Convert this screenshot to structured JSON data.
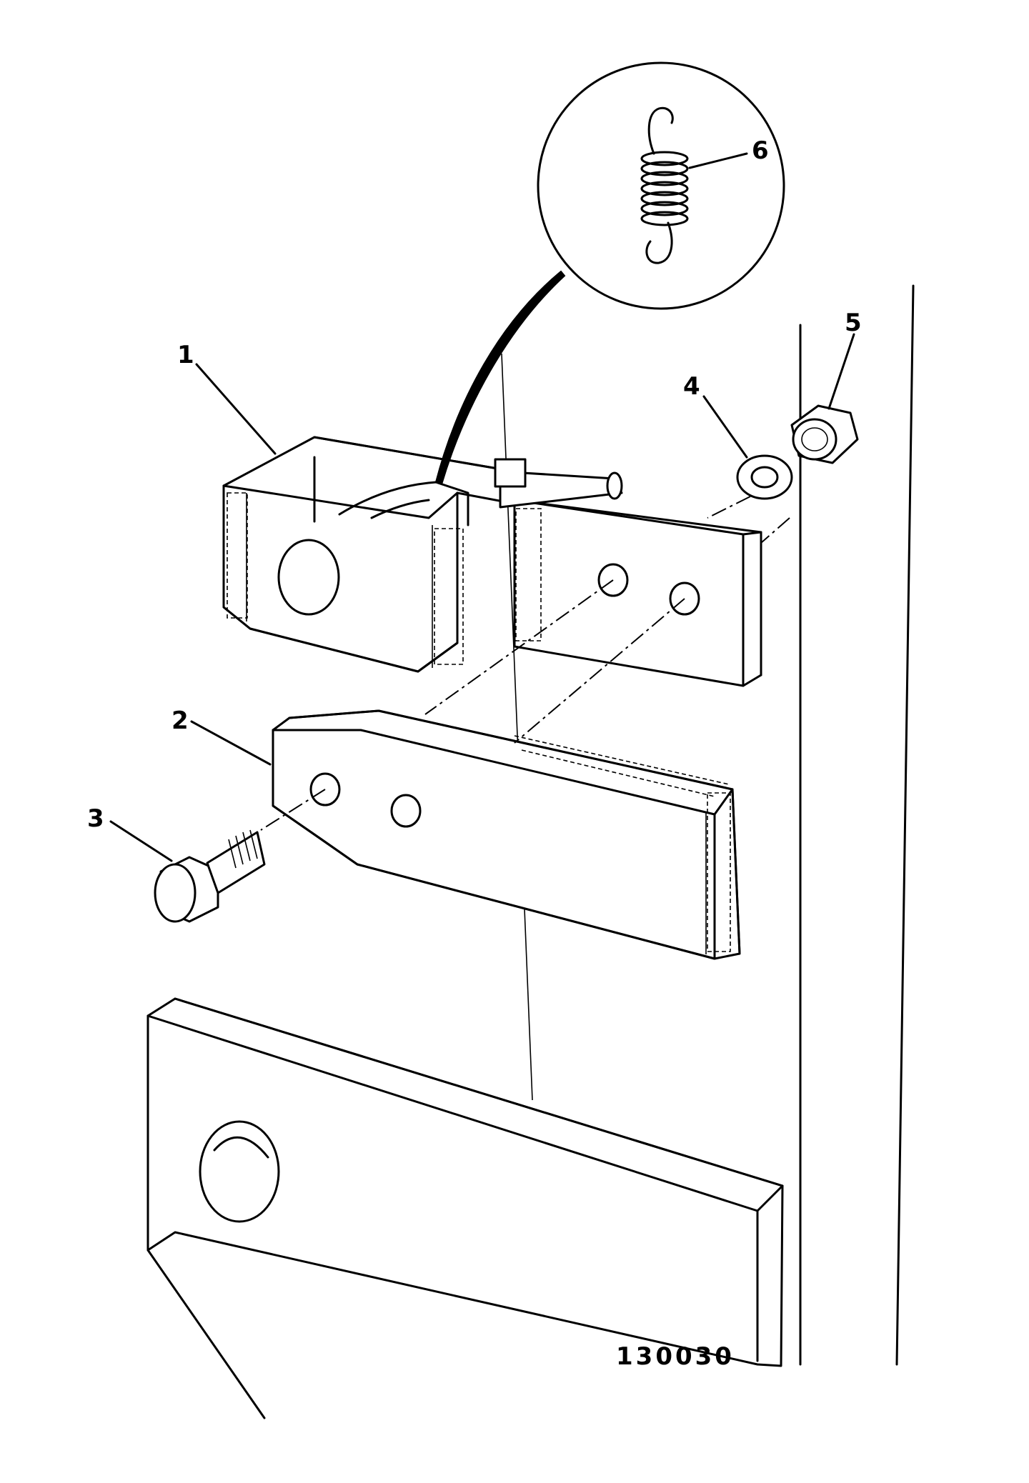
{
  "figure": {
    "number": "130030"
  },
  "callouts": [
    {
      "id": "1",
      "label": "1"
    },
    {
      "id": "2",
      "label": "2"
    },
    {
      "id": "3",
      "label": "3"
    },
    {
      "id": "4",
      "label": "4"
    },
    {
      "id": "5",
      "label": "5"
    },
    {
      "id": "6",
      "label": "6"
    }
  ],
  "icons": {
    "spring": "spring-icon",
    "bolt": "bolt-icon",
    "washer": "washer-icon",
    "nut": "nut-icon"
  }
}
